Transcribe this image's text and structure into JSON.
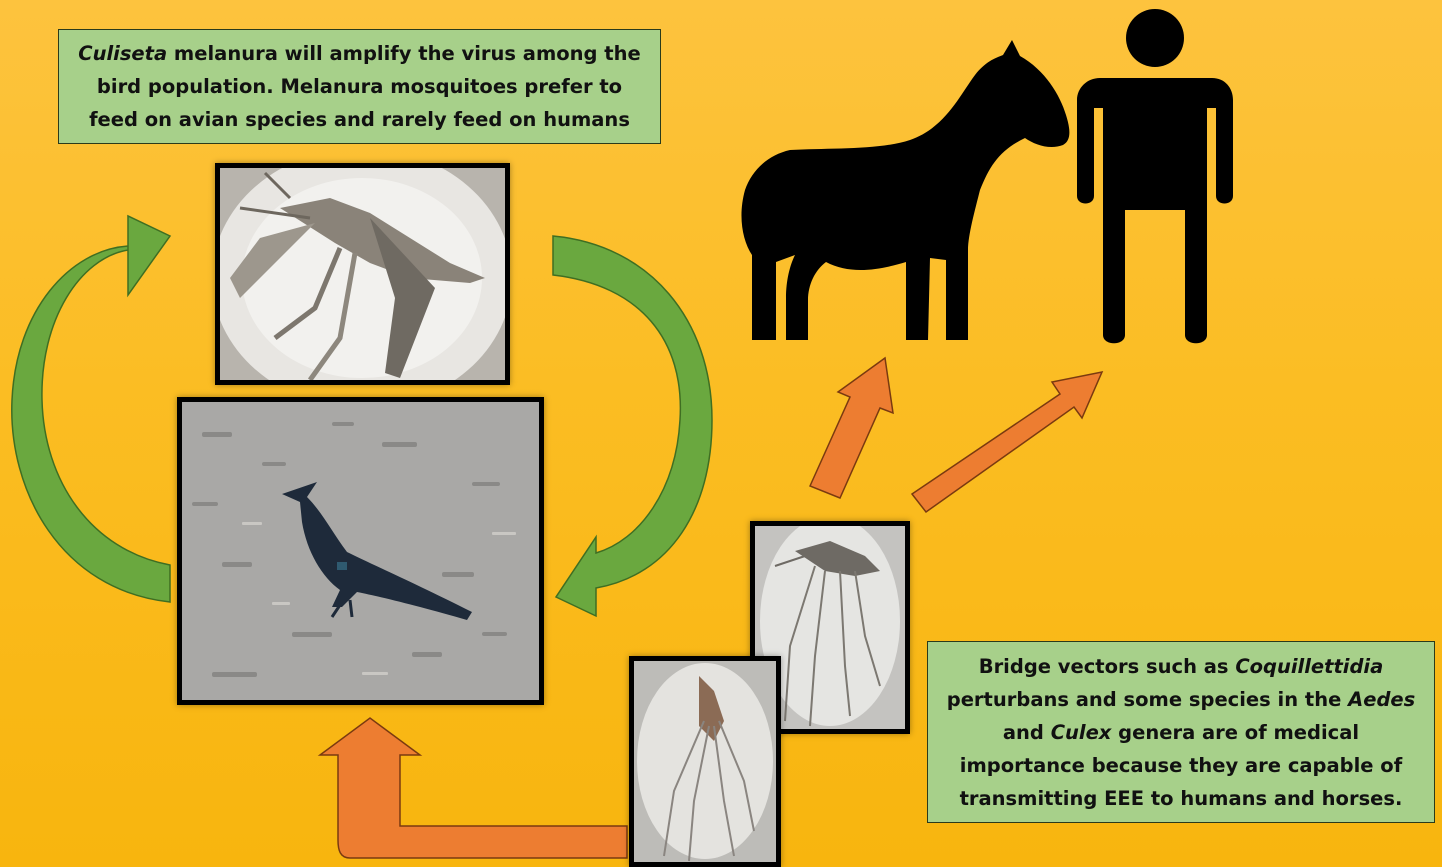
{
  "top_box": {
    "italic": "Culiseta",
    "line1_rest": " melanura will amplify the virus among the",
    "line2": "bird population. Melanura mosquitoes prefer to",
    "line3": "feed on avian species and rarely feed on humans"
  },
  "bottom_box": {
    "line1_a": "Bridge vectors such as ",
    "line1_italic": "Coquillettidia",
    "line2_a": "perturbans and some species in the ",
    "line2_italic": "Aedes",
    "line3_a": "and ",
    "line3_italic": "Culex",
    "line3_b": " genera are of medical",
    "line4": "importance because they are capable of",
    "line5": "transmitting EEE to humans and horses."
  },
  "colors": {
    "background": "#fbbd23",
    "textbox_fill": "#a7d08a",
    "cycle_arrow": "#6aa83f",
    "transmission_arrow": "#ed7d31",
    "silhouette": "#000000"
  },
  "icons": [
    "horse-icon",
    "person-icon"
  ]
}
